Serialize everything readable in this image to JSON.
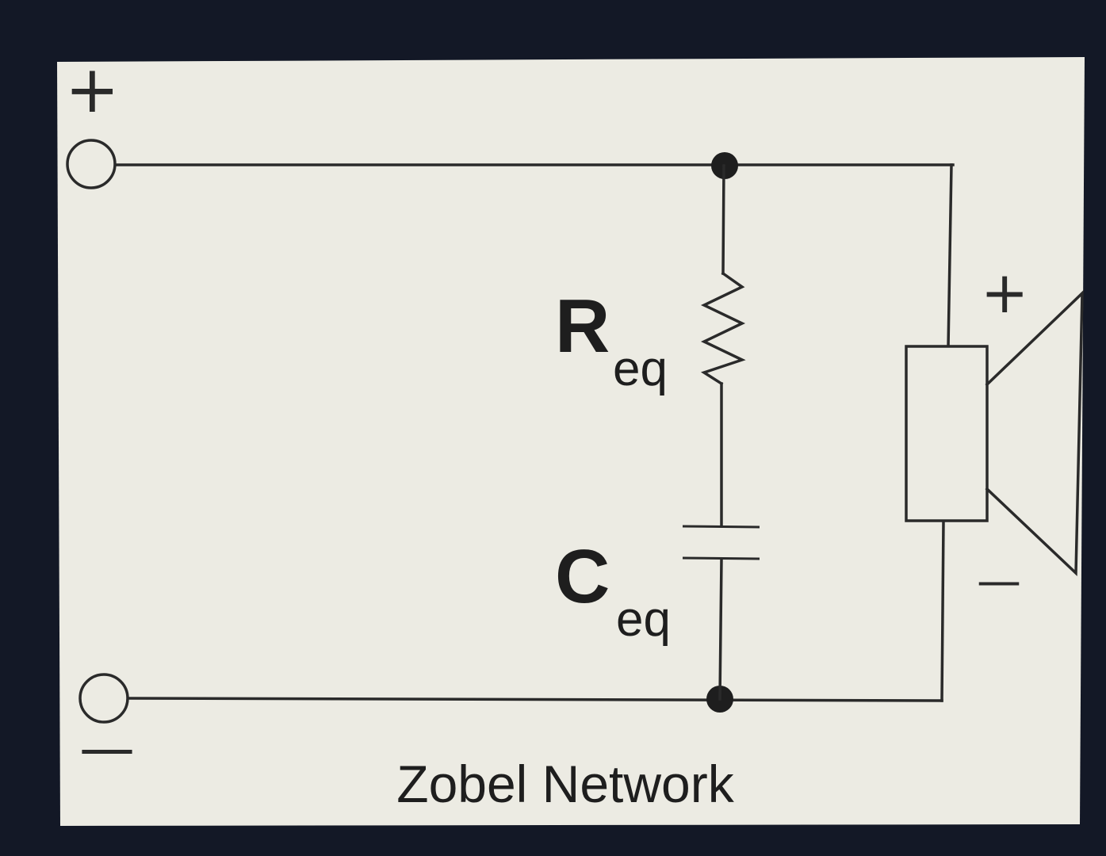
{
  "diagram": {
    "caption": "Zobel Network",
    "resistor": {
      "symbol": "R",
      "subscript": "eq"
    },
    "capacitor": {
      "symbol": "C",
      "subscript": "eq"
    },
    "input_positive_sign": "+",
    "input_negative_sign": "—",
    "speaker_positive_sign": "+",
    "speaker_negative_sign": "—",
    "colors": {
      "panel": "#ecebe3",
      "bezel": "#131826",
      "ink": "#2a2a2a"
    }
  }
}
